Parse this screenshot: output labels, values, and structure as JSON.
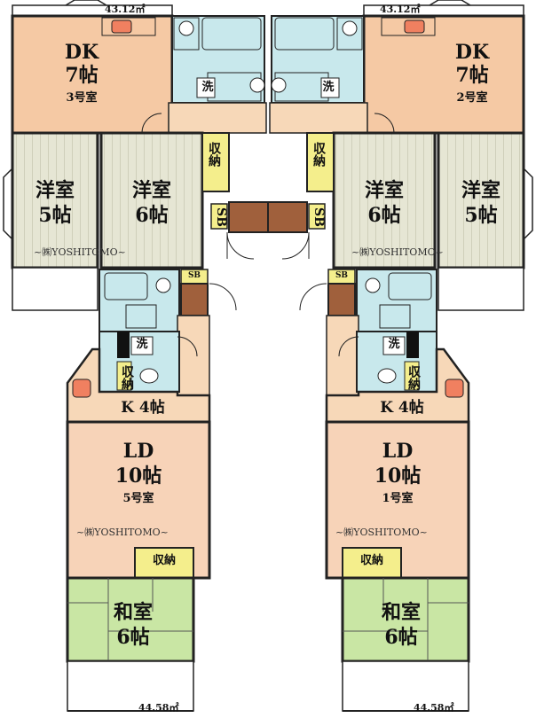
{
  "colors": {
    "dk": "#f5c9a4",
    "ld": "#f7d3b8",
    "western": "#e6e6d4",
    "western_line": "#b8b8a0",
    "tatami": "#c9e6a4",
    "bath": "#c8e8ec",
    "hall": "#f7d8b8",
    "storage": "#f4ee8c",
    "stair": "#a0603c",
    "wall": "#222222"
  },
  "units": {
    "top_left": {
      "area": "43.12㎡",
      "dk_title": "DK",
      "dk_size": "7帖",
      "room_no": "3号室",
      "west_a": {
        "title": "洋室",
        "size": "5帖"
      },
      "west_b": {
        "title": "洋室",
        "size": "6帖"
      },
      "storage": "収納",
      "sb": "SB",
      "wash": "洗"
    },
    "top_right": {
      "area": "43.12㎡",
      "dk_title": "DK",
      "dk_size": "7帖",
      "room_no": "2号室",
      "west_a": {
        "title": "洋室",
        "size": "6帖"
      },
      "west_b": {
        "title": "洋室",
        "size": "5帖"
      },
      "storage": "収納",
      "sb": "SB",
      "wash": "洗"
    },
    "bottom_left": {
      "area": "44.58㎡",
      "kitchen": "K 4帖",
      "ld_title": "LD",
      "ld_size": "10帖",
      "room_no": "5号室",
      "storage": "収納",
      "tatami_title": "和室",
      "tatami_size": "6帖",
      "sb": "SB",
      "wash": "洗",
      "small_storage": "収納"
    },
    "bottom_right": {
      "area": "44.58㎡",
      "kitchen": "K 4帖",
      "ld_title": "LD",
      "ld_size": "10帖",
      "room_no": "1号室",
      "storage": "収納",
      "tatami_title": "和室",
      "tatami_size": "6帖",
      "sb": "SB",
      "wash": "洗",
      "small_storage": "収納"
    }
  },
  "watermarks": {
    "top_left": "~㈱YOSHITOMO~",
    "top_right": "~㈱YOSHITOMO~",
    "bottom_left": "~㈱YOSHITOMO~",
    "bottom_right": "~㈱YOSHITOMO~"
  }
}
